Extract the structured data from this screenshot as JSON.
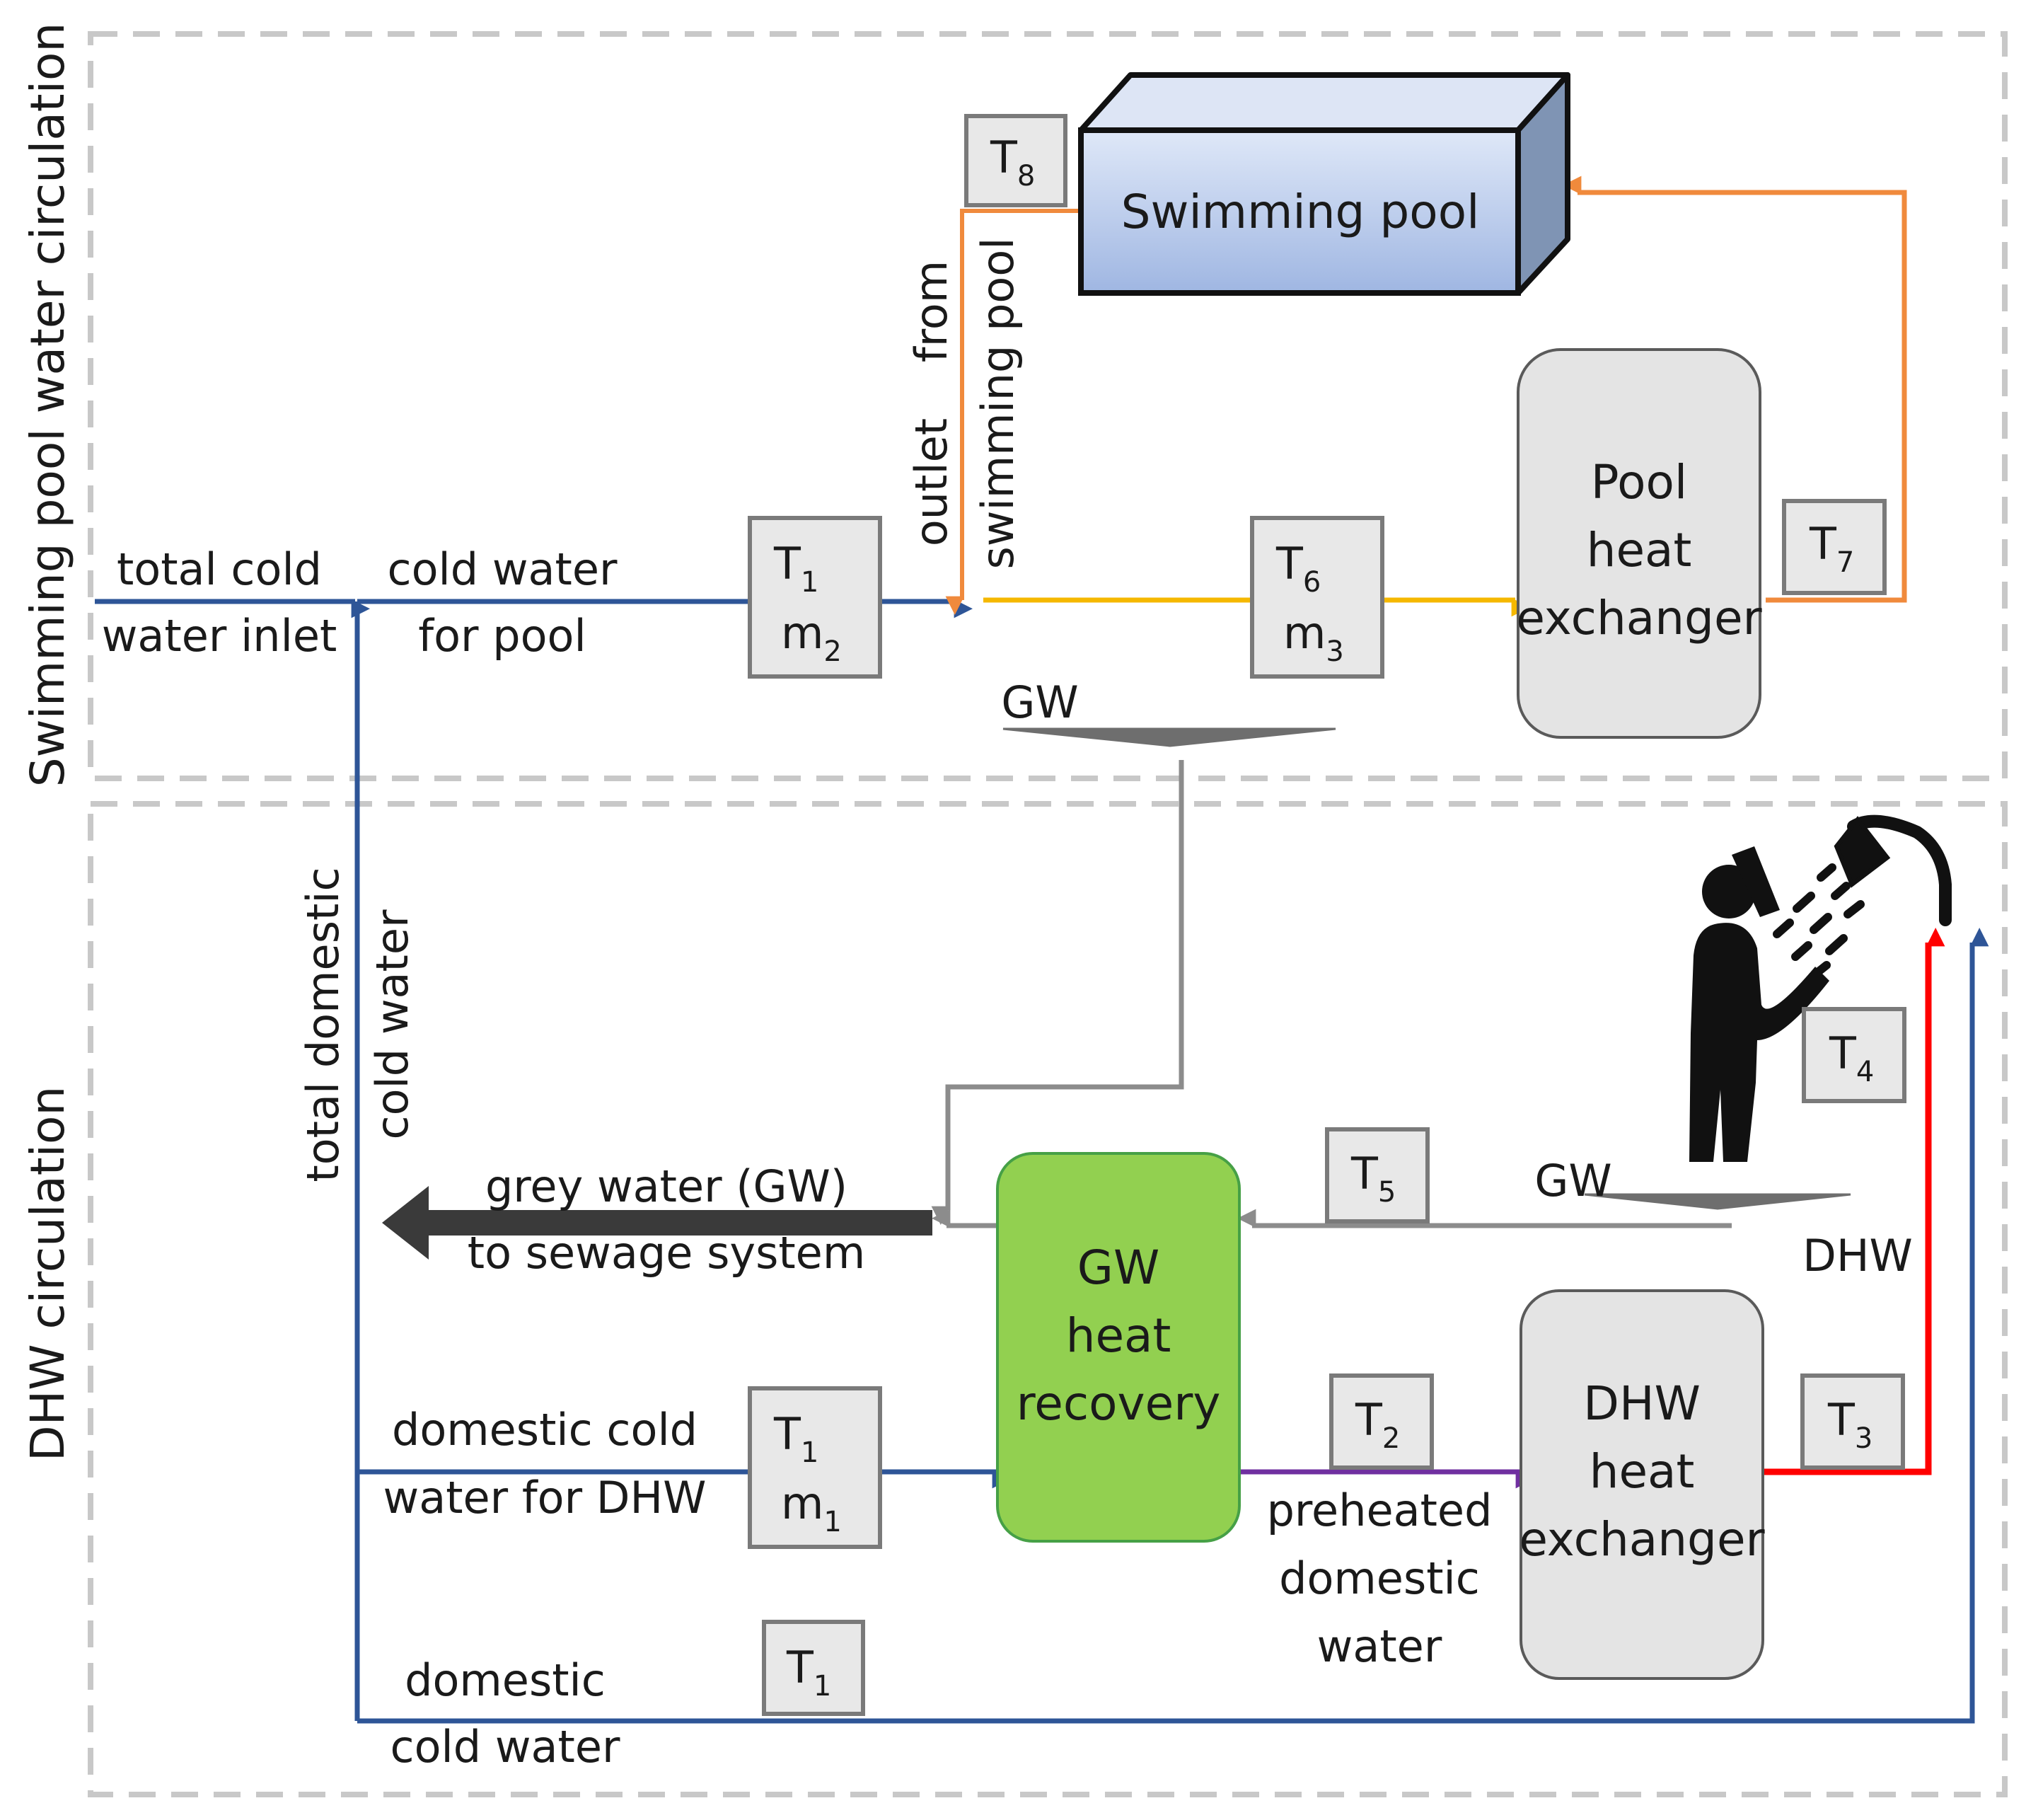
{
  "sections": {
    "pool": "Swimming pool water circulation",
    "dhw": "DHW circulation"
  },
  "components": {
    "pool": "Swimming pool",
    "pool_hx": [
      "Pool",
      "heat",
      "exchanger"
    ],
    "dhw_hx": [
      "DHW",
      "heat",
      "exchanger"
    ],
    "gw_recovery": [
      "GW",
      "heat",
      "recovery"
    ]
  },
  "labels": {
    "total_inlet": [
      "total cold",
      "water inlet"
    ],
    "cold_for_pool": [
      "cold water",
      "for pool"
    ],
    "outlet_pool": [
      "outlet    from",
      "swimming pool"
    ],
    "gw_top": "GW",
    "gw_bottom": "GW",
    "dhw": "DHW",
    "total_domestic": [
      "total domestic",
      "cold water"
    ],
    "grey_water": [
      "grey water (GW)",
      "to sewage system"
    ],
    "domestic_for_dhw": [
      "domestic cold",
      "water for DHW"
    ],
    "preheated": [
      "preheated",
      "domestic",
      "water"
    ],
    "domestic_cold": [
      "domestic",
      "cold water"
    ]
  },
  "sensors": {
    "T8": {
      "main": "T",
      "sub": "8"
    },
    "T1_pool": {
      "main": "T",
      "sub": "1"
    },
    "m2": {
      "main": "m",
      "sub": "2"
    },
    "T6": {
      "main": "T",
      "sub": "6"
    },
    "m3": {
      "main": "m",
      "sub": "3"
    },
    "T7": {
      "main": "T",
      "sub": "7"
    },
    "T4": {
      "main": "T",
      "sub": "4"
    },
    "T5": {
      "main": "T",
      "sub": "5"
    },
    "T2": {
      "main": "T",
      "sub": "2"
    },
    "T3": {
      "main": "T",
      "sub": "3"
    },
    "T1_dhw": {
      "main": "T",
      "sub": "1"
    },
    "m1": {
      "main": "m",
      "sub": "1"
    },
    "T1_bottom": {
      "main": "T",
      "sub": "1"
    }
  },
  "colors": {
    "cold": "#2e5597",
    "pool_return": "#f08a3c",
    "pool_feed": "#f5b800",
    "grey": "#8c8c8c",
    "preheated": "#7030a0",
    "hot": "#ff0000",
    "recovery_fill": "#92d050",
    "hx_fill": "#e4e4e4"
  }
}
